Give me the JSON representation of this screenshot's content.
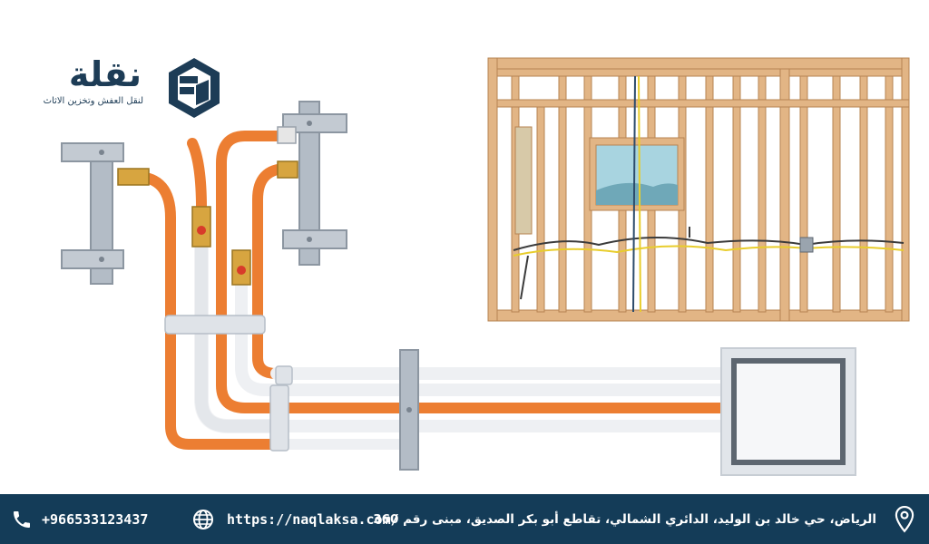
{
  "brand": {
    "name": "نقلة",
    "tagline": "لنقل العفش وتخزين الاثاث"
  },
  "footer": {
    "phone": "+966533123437",
    "website": "https://naqlaksa.com/",
    "address": "الرياض، حي خالد بن الوليد، الدائري الشمالي، تقاطع أبو بكر الصديق، مبنى رقم 360",
    "icons": [
      "phone-icon",
      "globe-icon",
      "location-pin-icon"
    ]
  },
  "colors": {
    "footer_bg": "#143c58",
    "brand_navy": "#1d3c56",
    "pipe_orange": "#ec7e32",
    "pipe_white": "#eef0f3",
    "wood": "#e2b585"
  }
}
